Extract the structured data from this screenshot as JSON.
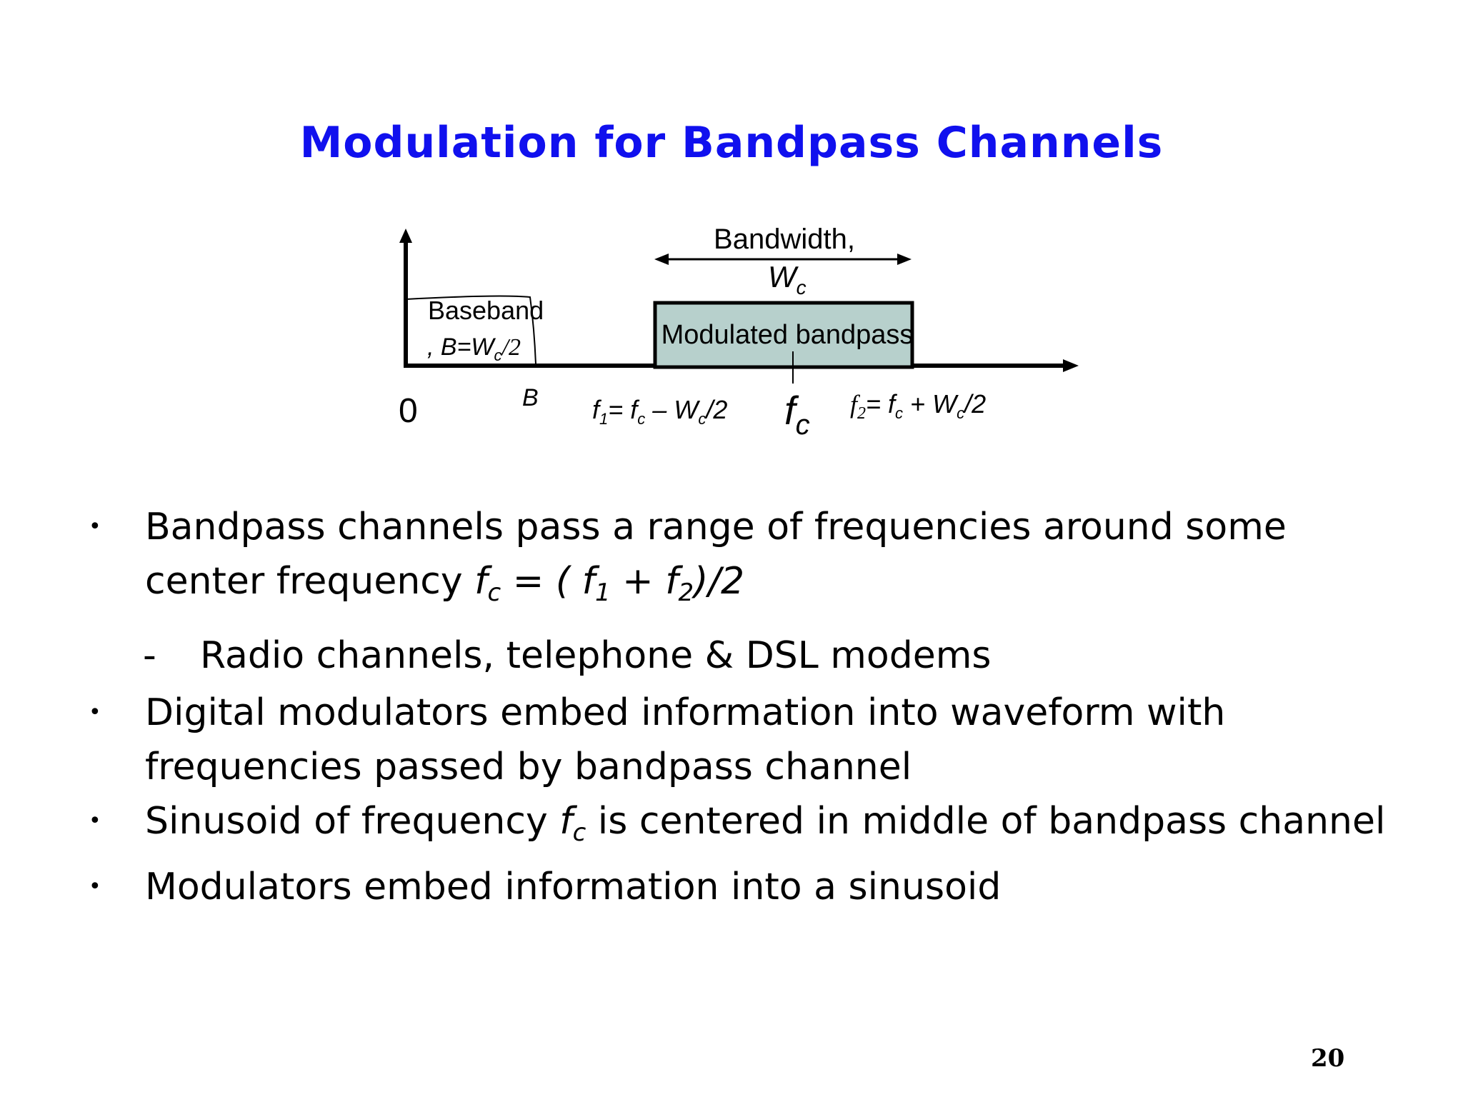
{
  "title": "Modulation for Bandpass Channels",
  "diagram": {
    "bandwidth_label": "Bandwidth,",
    "bandwidth_symbol": "W",
    "bandwidth_symbol_sub": "c",
    "baseband_label": "Baseband",
    "baseband_formula_prefix": ", B=W",
    "baseband_formula_sub": "c",
    "baseband_formula_suffix": "/2",
    "box_label": "Modulated bandpass",
    "tick_zero": "0",
    "tick_b": "B",
    "f1_main": "f",
    "f1_sub": "1",
    "f1_eq": "= f",
    "f1_c": "c",
    "f1_rest": " – W",
    "f1_rest_sub": "c",
    "f1_end": "/2",
    "fc_main": "f",
    "fc_sub": "c",
    "f2_main": "f",
    "f2_sub": "2",
    "f2_eq": "= f",
    "f2_c": "c",
    "f2_rest": " + W",
    "f2_rest_sub": "c",
    "f2_end": "/2",
    "box_fill": "#b7d0cc"
  },
  "bullets": [
    {
      "text_pre": "Bandpass channels pass a range of frequencies around some center frequency ",
      "math": {
        "a": "f",
        "a_sub": "c",
        "b": " = ( f",
        "b_sub": "1",
        "c": " + f",
        "c_sub": "2",
        "d": ")/2"
      },
      "sub": "Radio channels, telephone & DSL modems"
    },
    {
      "text": "Digital modulators embed information into waveform with frequencies passed by bandpass channel"
    },
    {
      "text_pre": "Sinusoid of frequency ",
      "math_f": "f",
      "math_sub": "c",
      "text_post": " is centered in middle of bandpass channel"
    },
    {
      "text": "Modulators embed information into a sinusoid"
    }
  ],
  "bullet_symbol": "•",
  "sub_symbol": "-",
  "page_number": "20",
  "colors": {
    "title": "#1010ee",
    "text": "#000000"
  }
}
